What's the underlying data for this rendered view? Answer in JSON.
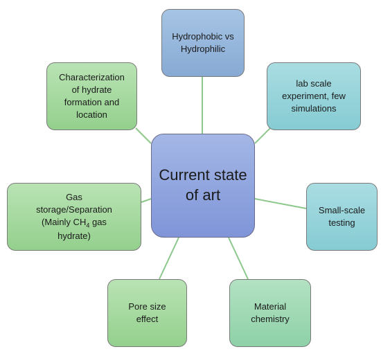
{
  "diagram": {
    "center": {
      "lines": [
        "Current state",
        "of art"
      ]
    },
    "nodes": {
      "top": {
        "lines": [
          "Hydrophobic vs",
          "Hydrophilic"
        ]
      },
      "top_right": {
        "lines": [
          "lab scale",
          "experiment, few",
          "simulations"
        ]
      },
      "top_left": {
        "lines": [
          "Characterization",
          "of hydrate",
          "formation and",
          "location"
        ]
      },
      "left": {
        "lines": [
          "Gas",
          "storage/Separation"
        ],
        "line3_prefix": "(Mainly CH",
        "line3_sub": "4",
        "line3_suffix": " gas",
        "line4": "hydrate)"
      },
      "right": {
        "lines": [
          "Small-scale",
          "testing"
        ]
      },
      "bottom_left": {
        "lines": [
          "Pore size",
          "effect"
        ]
      },
      "bottom_right": {
        "lines": [
          "Material",
          "chemistry"
        ]
      }
    },
    "colors": {
      "connector": "#8cc78c",
      "center_fill": "#8fa4de",
      "blue_fill": "#97b7dc",
      "teal_fill": "#97d4da",
      "green_fill": "#a6da9f"
    }
  }
}
